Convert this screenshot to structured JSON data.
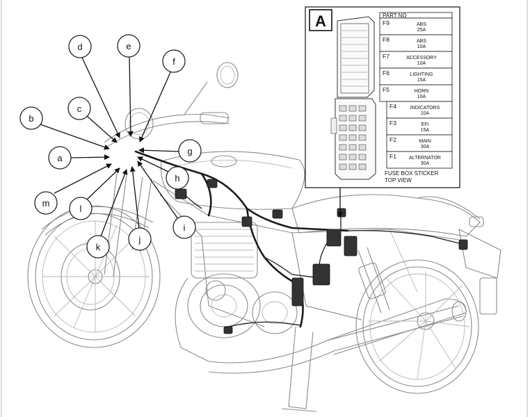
{
  "inset": {
    "label": "A",
    "part_no_header": "PART NO",
    "fuses": [
      {
        "id": "F9",
        "name": "ABS",
        "rating": "25A"
      },
      {
        "id": "F8",
        "name": "ABS",
        "rating": "10A"
      },
      {
        "id": "F7",
        "name": "ACCESSORY",
        "rating": "10A"
      },
      {
        "id": "F6",
        "name": "LIGHTING",
        "rating": "15A"
      },
      {
        "id": "F5",
        "name": "HORN",
        "rating": "10A"
      },
      {
        "id": "F4",
        "name": "INDICATORS",
        "rating": "10A"
      },
      {
        "id": "F3",
        "name": "EFI",
        "rating": "15A"
      },
      {
        "id": "F2",
        "name": "MAIN",
        "rating": "30A"
      },
      {
        "id": "F1",
        "name": "ALTERNATOR",
        "rating": "30A"
      }
    ],
    "caption_line1": "FUSE BOX STICKER",
    "caption_line2": "TOP VIEW"
  },
  "callouts": {
    "a": "a",
    "b": "b",
    "c": "c",
    "d": "d",
    "e": "e",
    "f": "f",
    "g": "g",
    "h": "h",
    "i": "i",
    "j": "j",
    "k": "k",
    "l": "l",
    "m": "m"
  }
}
